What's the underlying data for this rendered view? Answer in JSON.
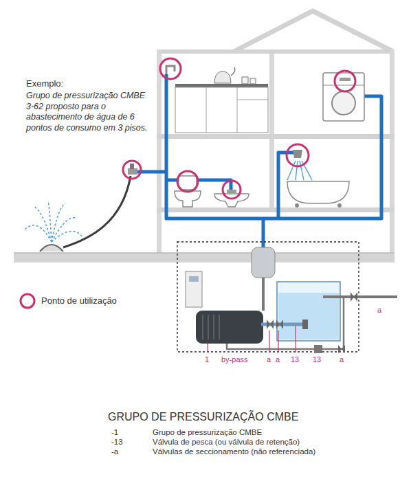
{
  "diagram": {
    "title": "GRUPO DE PRESSURIZAÇÃO CMBE",
    "labels": [
      "Exemplo:",
      "Grupo de pressurização CMBE 3-62 proposto para o abastecimento de água de 6 pontos de consumo em 3 pisos.",
      "1",
      "by-pass",
      "a",
      "a",
      "13",
      "13",
      "a",
      "a",
      "-1",
      "Grupo de pressurização CMBE",
      "-13",
      "Válvula de pesca (ou válvula de retenção)",
      "-a",
      "Válvulas de seccionamento (não referenciada)"
    ],
    "legend": [
      {
        "text": "Ponto de utilização"
      }
    ]
  }
}
